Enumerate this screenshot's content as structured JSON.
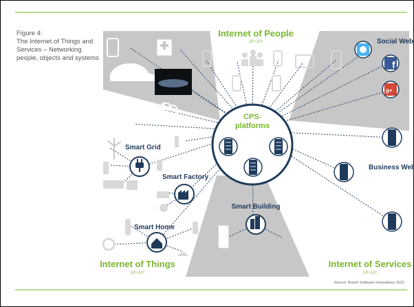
{
  "caption": {
    "line1": "Figure 4:",
    "line2": "The Internet of Things and",
    "line3": "Services – Networking",
    "line4": "people, objects and systems"
  },
  "sections": {
    "people": {
      "title": "Internet of People",
      "sub": "10⁹-10⁹"
    },
    "things": {
      "title": "Internet of Things",
      "sub": "10⁹-10⁹"
    },
    "services": {
      "title": "Internet of Services",
      "sub": "10⁹-10⁹"
    }
  },
  "center": {
    "line1": "CPS-",
    "line2": "platforms"
  },
  "labels": {
    "social_web": "Social Web",
    "business_web": "Business Web",
    "smart_grid": "Smart Grid",
    "smart_factory": "Smart Factory",
    "smart_home": "Smart Home",
    "smart_building": "Smart Building"
  },
  "source": "Source: Bosch Software Innovations 2012",
  "colors": {
    "accent_green": "#7ab52f",
    "navy": "#1f3b5c",
    "wedge_gray": "#c7c7c7",
    "icon_gray": "#d9d9d9",
    "rule_green": "#b9d98a"
  }
}
